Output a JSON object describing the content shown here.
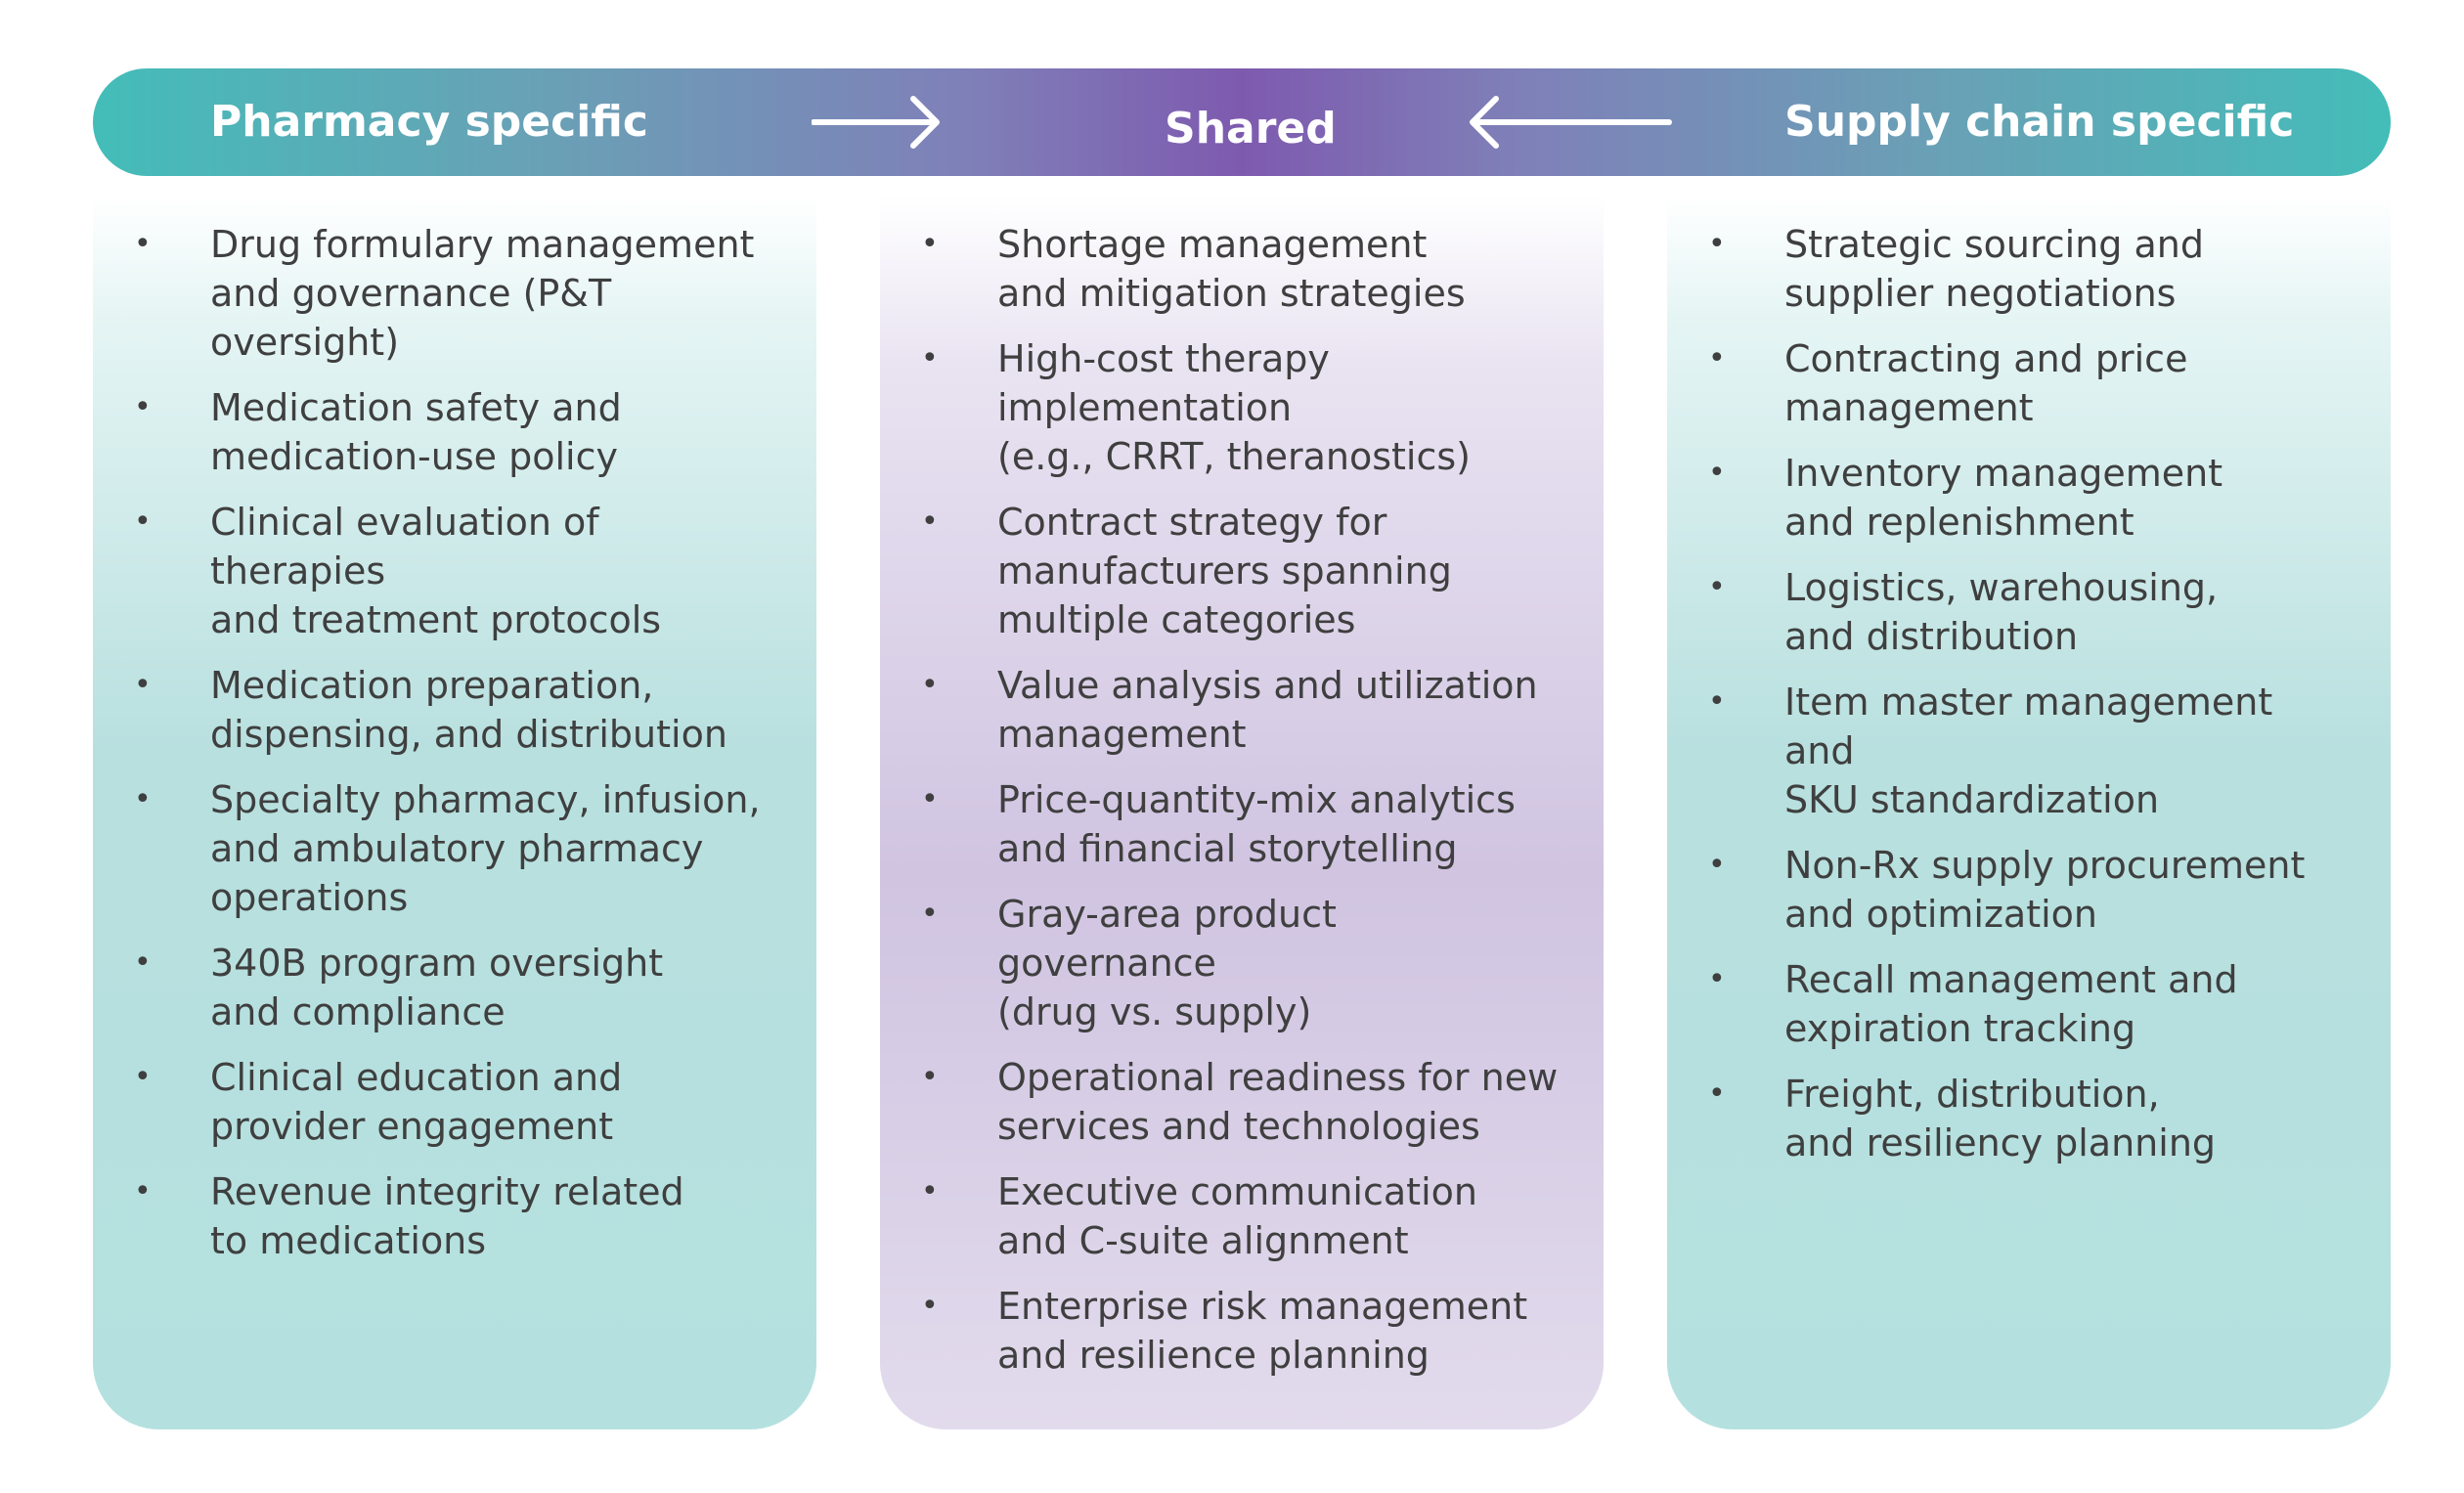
{
  "header": {
    "left_label": "Pharmacy specific",
    "middle_label": "Shared",
    "right_label": "Supply chain specific",
    "left_arrow_icon": "arrow-right-icon",
    "right_arrow_icon": "arrow-left-icon"
  },
  "columns": {
    "pharmacy": {
      "items": [
        "Drug formulary management\nand governance (P&T oversight)",
        "Medication safety and\nmedication-use policy",
        "Clinical evaluation of therapies\nand treatment protocols",
        "Medication preparation,\ndispensing, and distribution",
        "Specialty pharmacy, infusion,\nand ambulatory pharmacy\noperations",
        "340B program oversight\nand compliance",
        "Clinical education and\nprovider engagement",
        "Revenue integrity related\nto medications"
      ]
    },
    "shared": {
      "items": [
        "Shortage management\nand mitigation strategies",
        "High-cost therapy\nimplementation\n(e.g., CRRT, theranostics)",
        "Contract strategy for\nmanufacturers spanning\nmultiple categories",
        "Value analysis and utilization\nmanagement",
        "Price-quantity-mix analytics\nand financial storytelling",
        "Gray-area product governance\n(drug vs. supply)",
        "Operational readiness for new\nservices and technologies",
        "Executive communication\nand C-suite alignment",
        "Enterprise risk management\nand resilience planning"
      ]
    },
    "supply_chain": {
      "items": [
        "Strategic sourcing and\nsupplier negotiations",
        "Contracting and price\nmanagement",
        "Inventory management\nand replenishment",
        "Logistics, warehousing,\nand distribution",
        "Item master management and\nSKU standardization",
        "Non-Rx supply procurement\nand optimization",
        "Recall management and\nexpiration tracking",
        "Freight, distribution,\nand resiliency planning"
      ]
    }
  },
  "colors": {
    "teal": "#43bdb8",
    "purple": "#7e5aaf",
    "text": "#3f3f3f"
  }
}
